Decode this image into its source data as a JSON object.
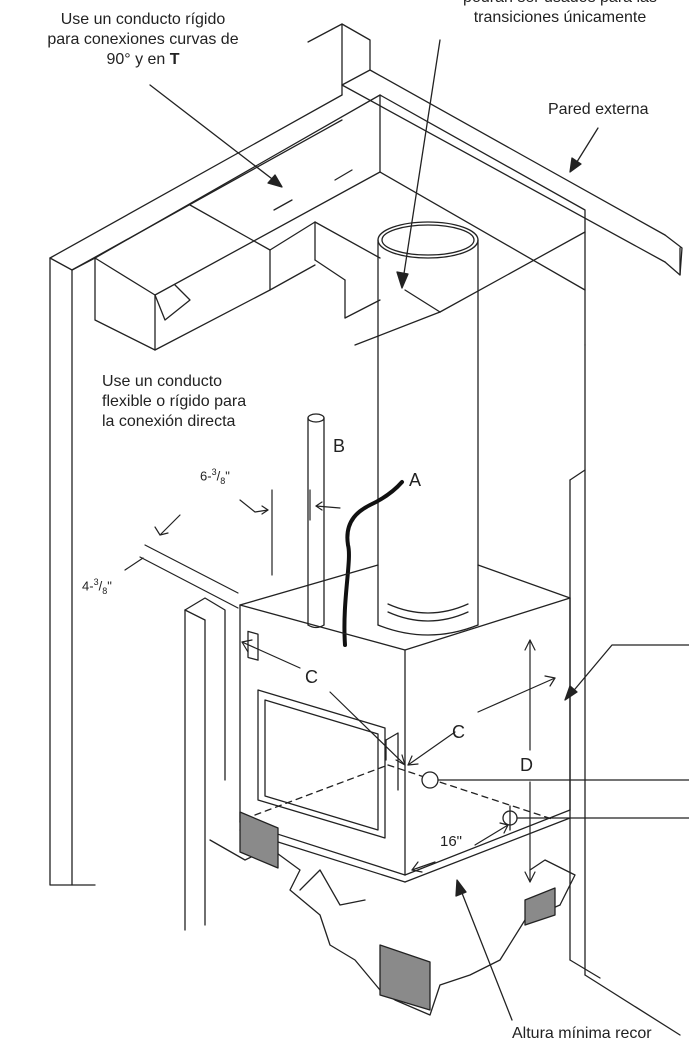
{
  "callouts": {
    "rigid_duct": [
      "Use un conducto rígido",
      "para conexiones curvas de",
      "90° y en "
    ],
    "rigid_duct_bold": "T",
    "transitions": [
      "podrán ser usados para las",
      "transiciones únicamente"
    ],
    "outer_wall": "Pared externa",
    "flexible_duct": [
      "Use un conducto",
      "flexible o rígido para",
      "la conexión directa"
    ],
    "min_height": "Altura mínima recor"
  },
  "dimensions": {
    "d1_whole": "6-",
    "d1_num": "3",
    "d1_den": "8",
    "d1_unit": "\"",
    "d2_whole": "4-",
    "d2_num": "3",
    "d2_den": "8",
    "d2_unit": "\"",
    "sixteen": "16\""
  },
  "letters": {
    "a": "A",
    "b": "B",
    "c_left": "C",
    "c_right": "C",
    "d": "D"
  },
  "colors": {
    "line": "#222222",
    "shade": "#8a8a8a"
  }
}
